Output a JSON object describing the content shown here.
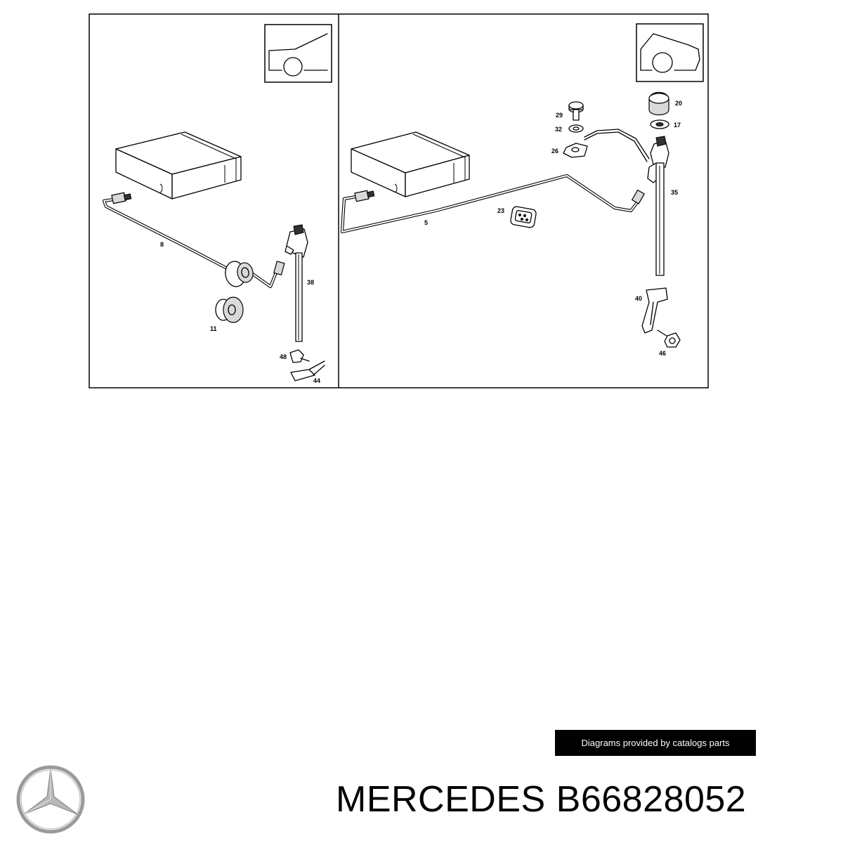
{
  "callouts": {
    "left": [
      "8",
      "11",
      "38",
      "48",
      "44"
    ],
    "right": [
      "29",
      "32",
      "26",
      "20",
      "17",
      "35",
      "23",
      "5",
      "40",
      "46"
    ]
  },
  "credit": "Diagrams provided by catalogs parts",
  "part": {
    "title": "MERCEDES B66828052"
  },
  "logo": {
    "icon": "mercedes-star-icon",
    "color": "#9a9a9a"
  }
}
